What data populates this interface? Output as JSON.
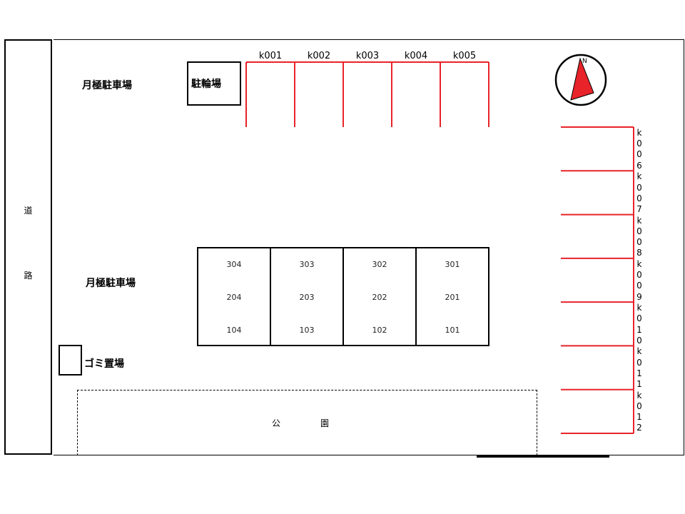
{
  "road": {
    "chars": [
      "道",
      "路"
    ]
  },
  "monthly_parking_labels": [
    "月極駐車場",
    "月極駐車場"
  ],
  "bike_parking": {
    "label": "駐輪場"
  },
  "garbage": {
    "label": "ゴミ置場"
  },
  "park": {
    "chars": [
      "公",
      "園"
    ]
  },
  "compass": {
    "north_label": "N"
  },
  "top_slots": [
    "k001",
    "k002",
    "k003",
    "k004",
    "k005"
  ],
  "side_slots": [
    "k006",
    "k007",
    "k008",
    "k009",
    "k010",
    "k011",
    "k012"
  ],
  "building": {
    "columns": [
      {
        "units": [
          "304",
          "204",
          "104"
        ]
      },
      {
        "units": [
          "303",
          "203",
          "103"
        ]
      },
      {
        "units": [
          "302",
          "202",
          "102"
        ]
      },
      {
        "units": [
          "301",
          "201",
          "101"
        ]
      }
    ]
  },
  "colors": {
    "stall_line": "#e8232a",
    "outline": "#000000"
  }
}
